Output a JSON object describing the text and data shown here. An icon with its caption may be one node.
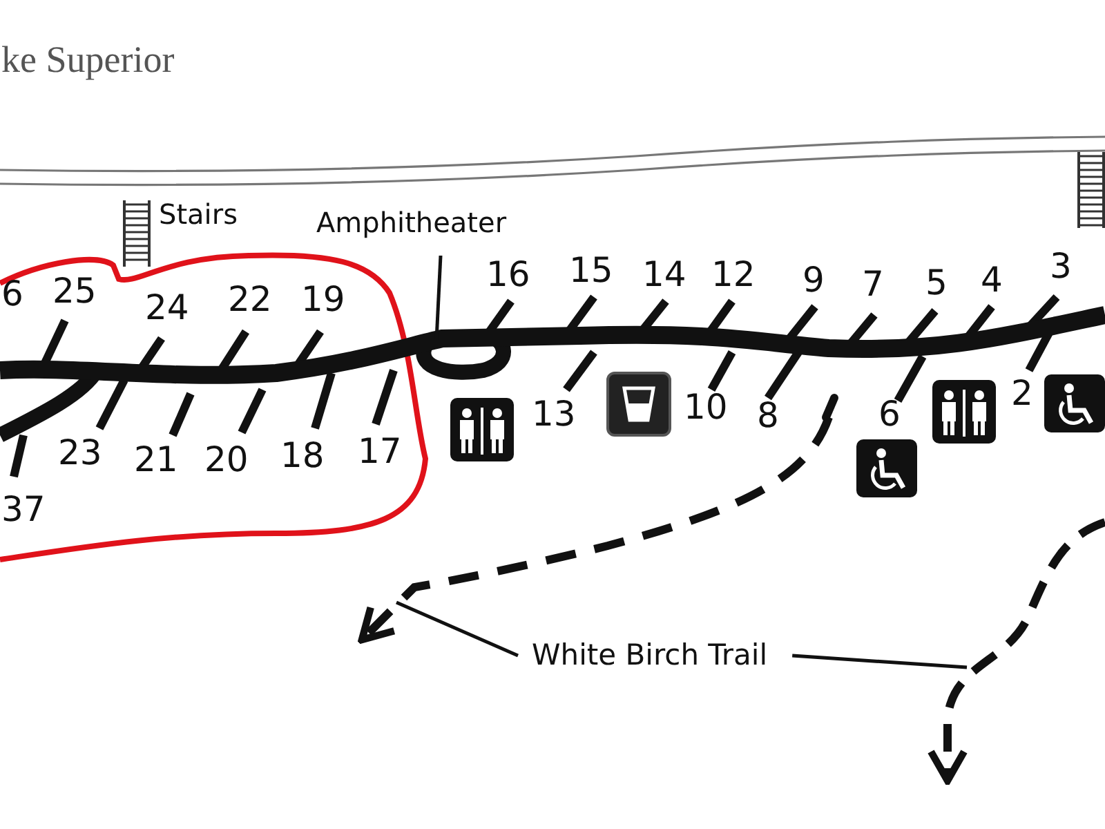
{
  "diagram": {
    "nodes": [
      {
        "text": [
          "Amphitheater"
        ]
      },
      {
        "text": [],
        "shape": "line"
      },
      {
        "text": [
          "White Birch Trail"
        ]
      },
      {
        "text": [],
        "shape": "line"
      },
      {
        "text": [],
        "shape": "line"
      }
    ],
    "edges": [
      {
        "from": 0,
        "to": 1,
        "arrow": "none"
      },
      {
        "from": 2,
        "to": 3,
        "arrow": "none"
      },
      {
        "from": 2,
        "to": 4,
        "arrow": "none"
      }
    ],
    "labels": [
      "ke Superior",
      "Stairs",
      "6",
      "25",
      "24",
      "22",
      "19",
      "16",
      "15",
      "14",
      "12",
      "9",
      "7",
      "5",
      "4",
      "3",
      "23",
      "21",
      "20",
      "18",
      "17",
      "13",
      "10",
      "8",
      "6",
      "2",
      "37"
    ]
  }
}
